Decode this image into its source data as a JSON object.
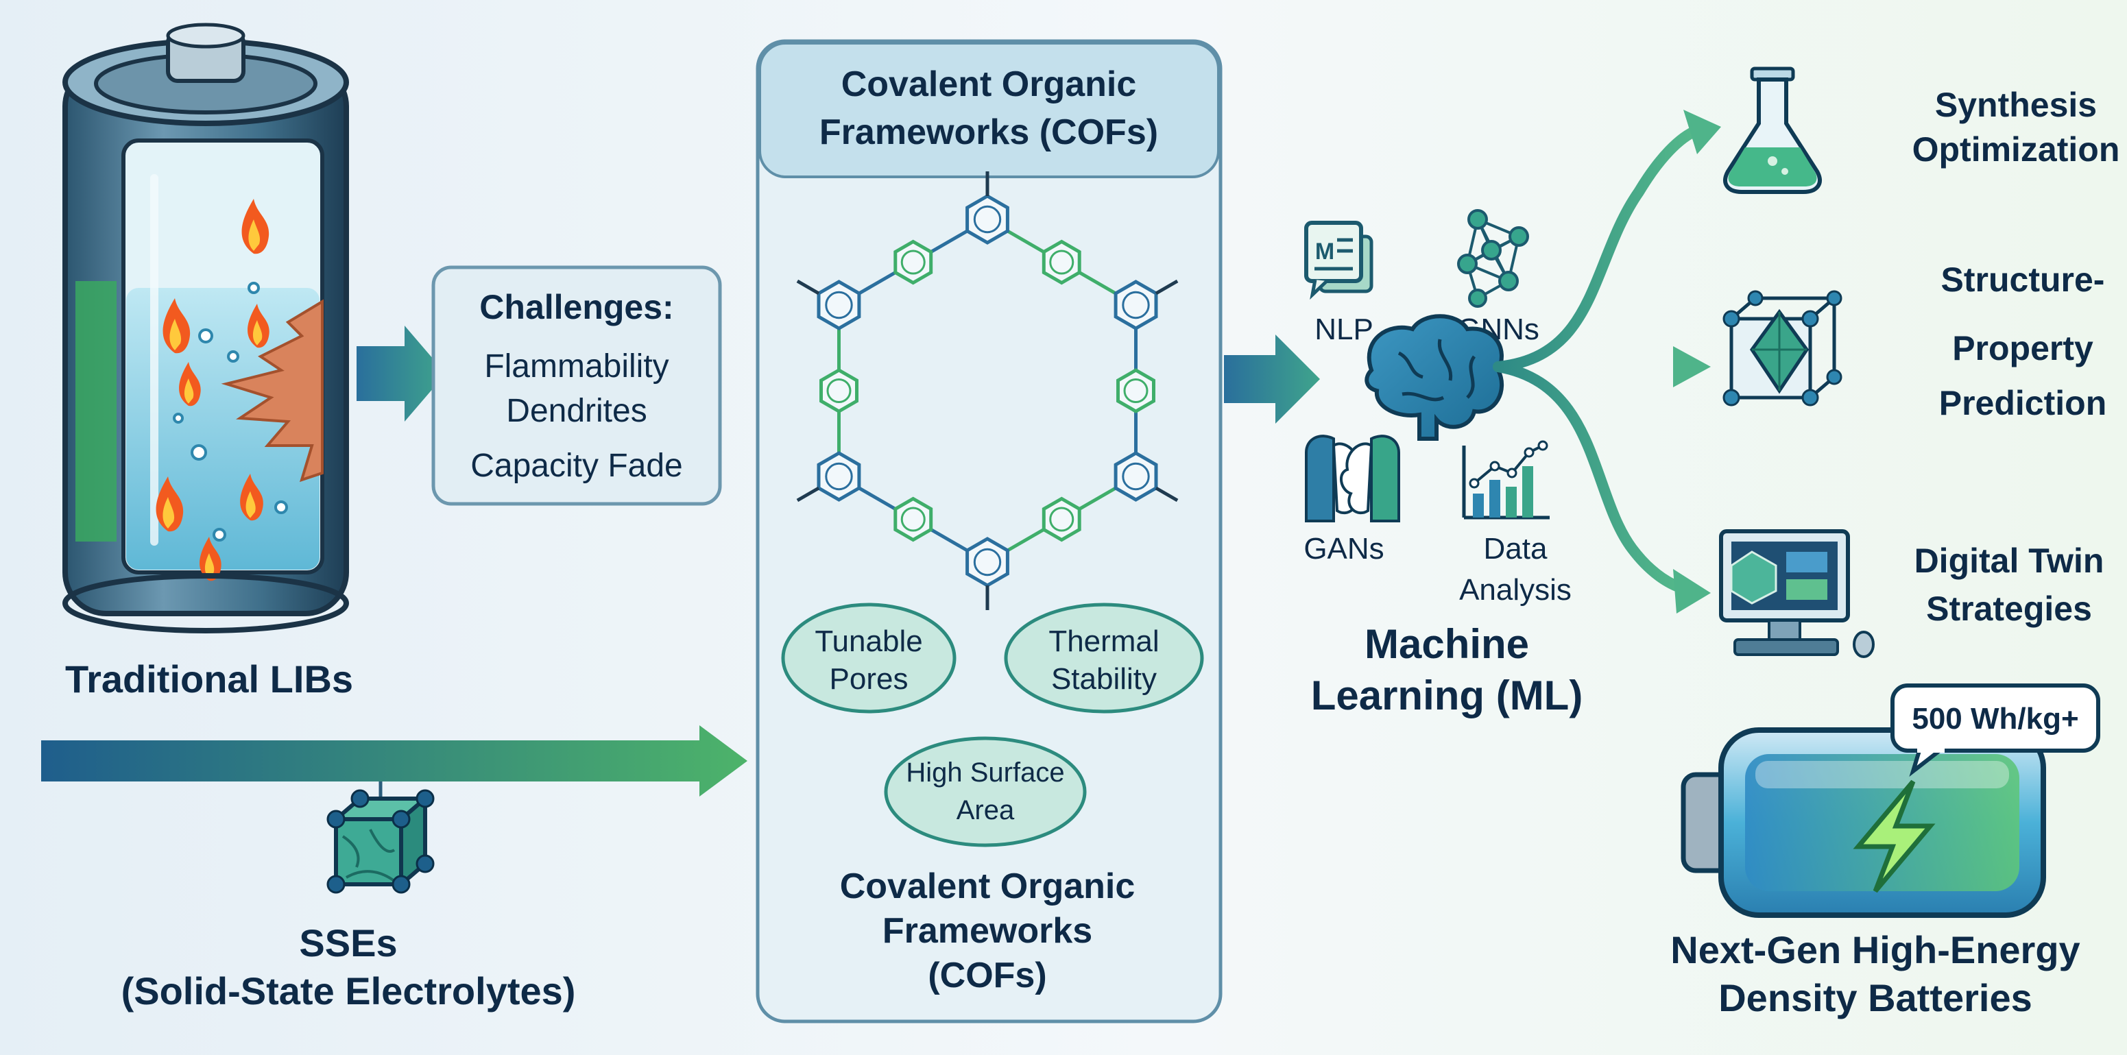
{
  "lib": {
    "label": "Traditional LIBs"
  },
  "challenges": {
    "heading": "Challenges:",
    "items": [
      "Flammability",
      "Dendrites",
      "Capacity Fade"
    ]
  },
  "cof": {
    "header_line1": "Covalent Organic",
    "header_line2": "Frameworks (COFs)",
    "properties": {
      "tunable_1": "Tunable",
      "tunable_2": "Pores",
      "thermal_1": "Thermal",
      "thermal_2": "Stability",
      "surface_1": "High Surface",
      "surface_2": "Area"
    },
    "footer_line1": "Covalent Organic",
    "footer_line2": "Frameworks",
    "footer_line3": "(COFs)"
  },
  "sse": {
    "line1": "SSEs",
    "line2": "(Solid-State Electrolytes)"
  },
  "ml": {
    "nlp": "NLP",
    "gnns": "GNNs",
    "gans": "GANs",
    "data_1": "Data",
    "data_2": "Analysis",
    "title_1": "Machine",
    "title_2": "Learning (ML)"
  },
  "outputs": {
    "synthesis_1": "Synthesis",
    "synthesis_2": "Optimization",
    "structure_1": "Structure-",
    "structure_2": "Property",
    "structure_3": "Prediction",
    "twin_1": "Digital Twin",
    "twin_2": "Strategies"
  },
  "battery": {
    "badge": "500 Wh/kg+",
    "label_1": "Next-Gen High-Energy",
    "label_2": "Density Batteries"
  },
  "colors": {
    "navy": "#0e2a47",
    "teal": "#2f9e8f",
    "blue": "#2b6f9e",
    "green": "#3fae6a",
    "panel_bg": "#e6f1f6",
    "panel_border": "#5f8fa8"
  }
}
